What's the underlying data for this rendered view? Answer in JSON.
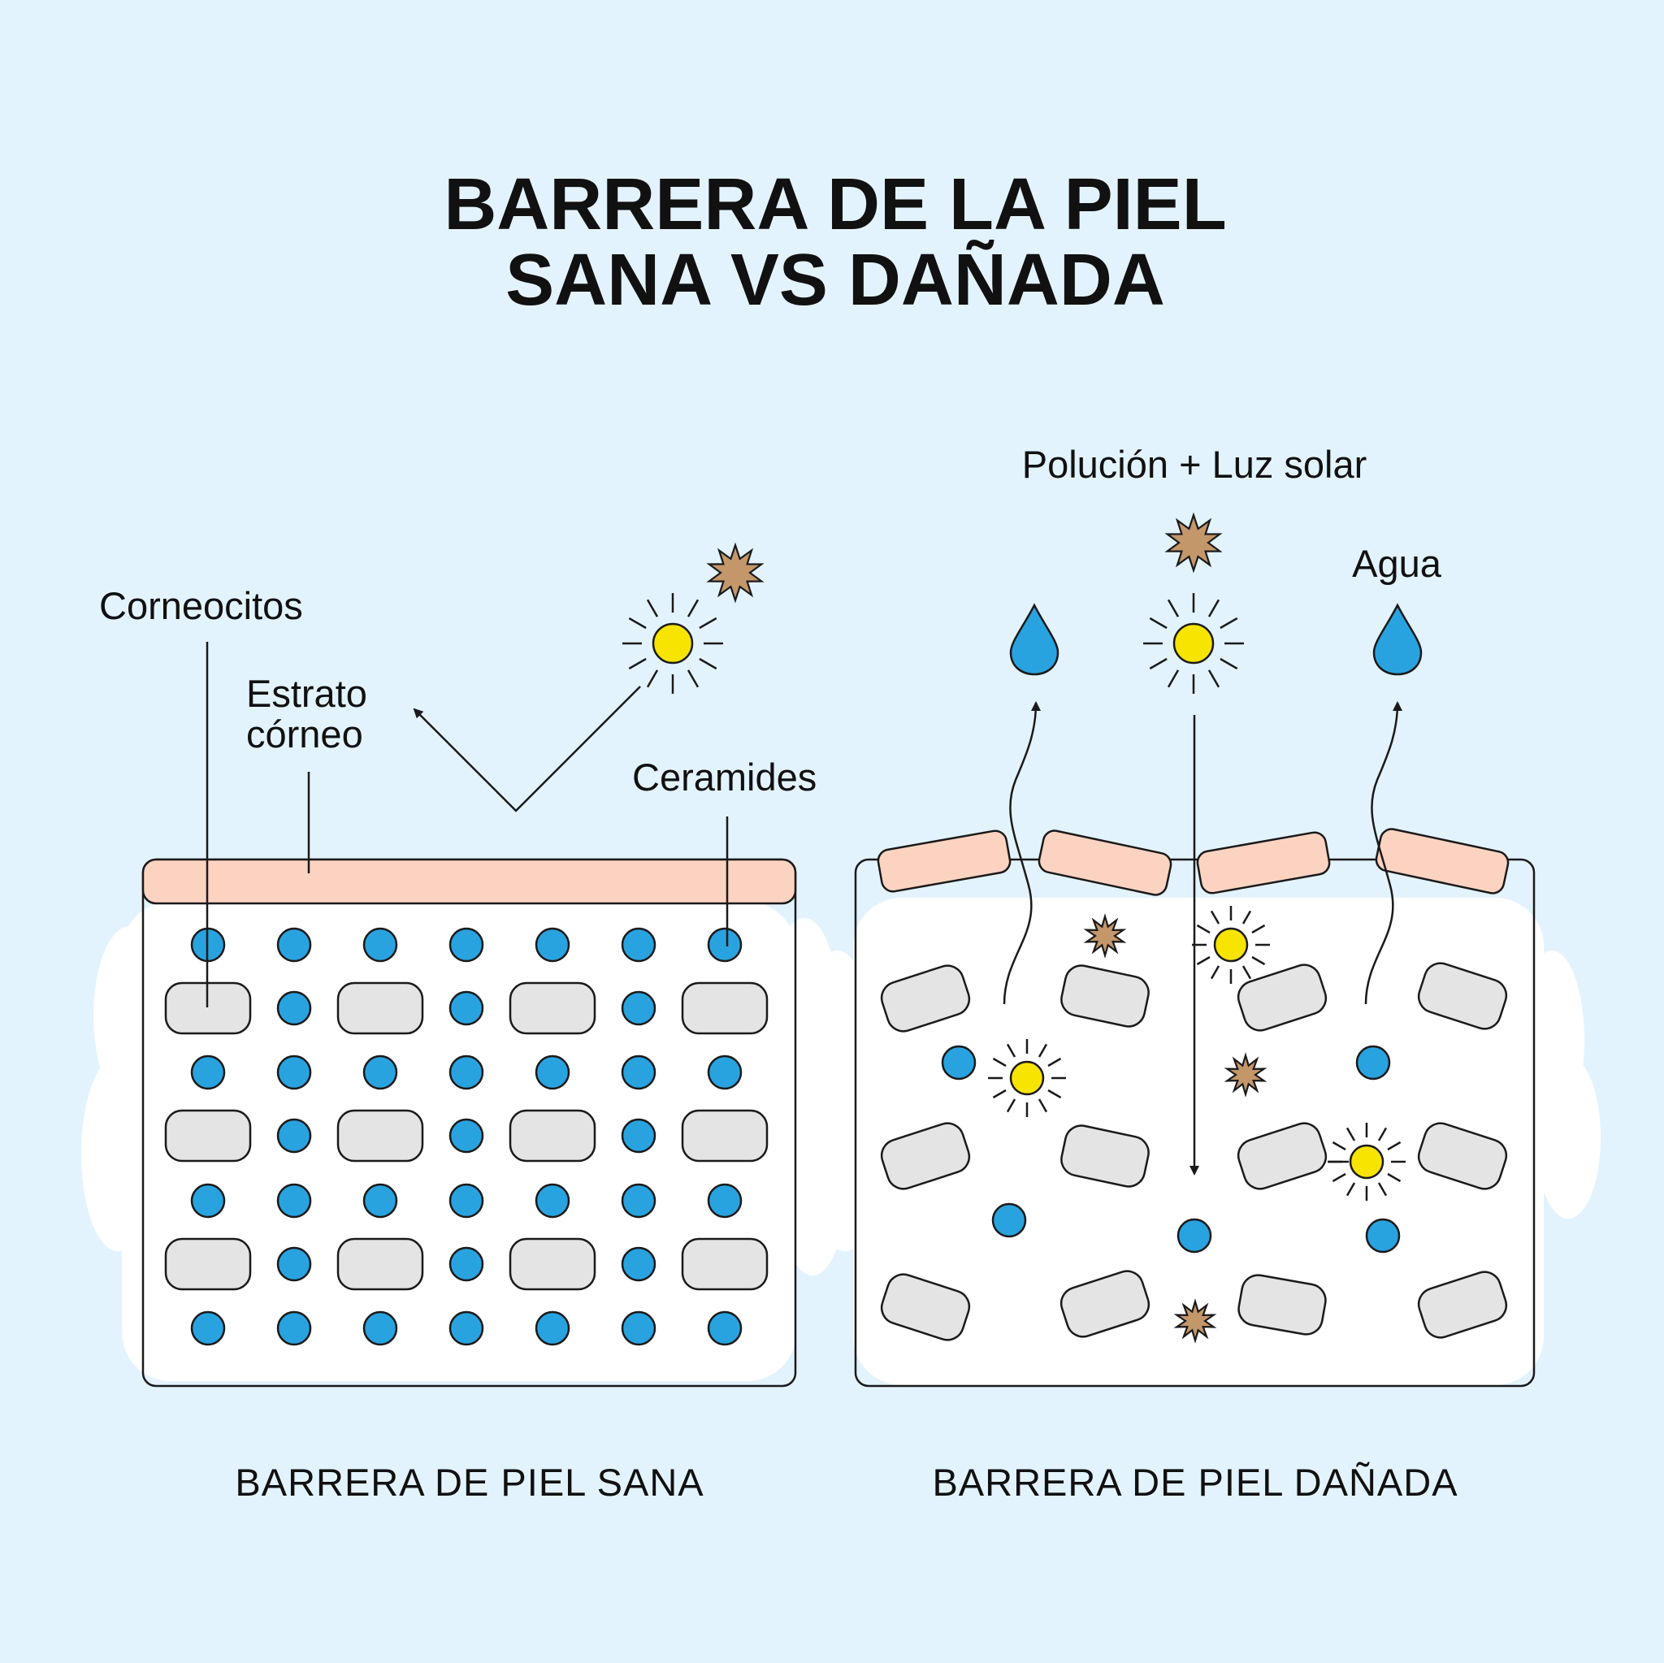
{
  "title": {
    "line1": "BARRERA DE LA PIEL",
    "line2": "SANA VS DAÑADA"
  },
  "healthy": {
    "labels": {
      "corneocytes": "Corneocitos",
      "stratum_line1": "Estrato",
      "stratum_line2": "córneo",
      "ceramides": "Ceramides"
    },
    "caption": "BARRERA DE PIEL SANA"
  },
  "damaged": {
    "labels": {
      "pollution_sun": "Polución + Luz solar",
      "water": "Agua"
    },
    "caption": "BARRERA DE PIEL DAÑADA"
  },
  "colors": {
    "background": "#e3f3fd",
    "ceramide_blue": "#29a3df",
    "corneocyte_gray": "#e4e4e4",
    "stratum_pink": "#fcd3c1",
    "sun_yellow": "#f7e400",
    "pollution_brown": "#c4976a",
    "outline": "#1a1a1a",
    "text": "#111111"
  },
  "icons": [
    "sun-icon",
    "pollution-particle-icon",
    "water-drop-icon",
    "arrow-icon"
  ]
}
